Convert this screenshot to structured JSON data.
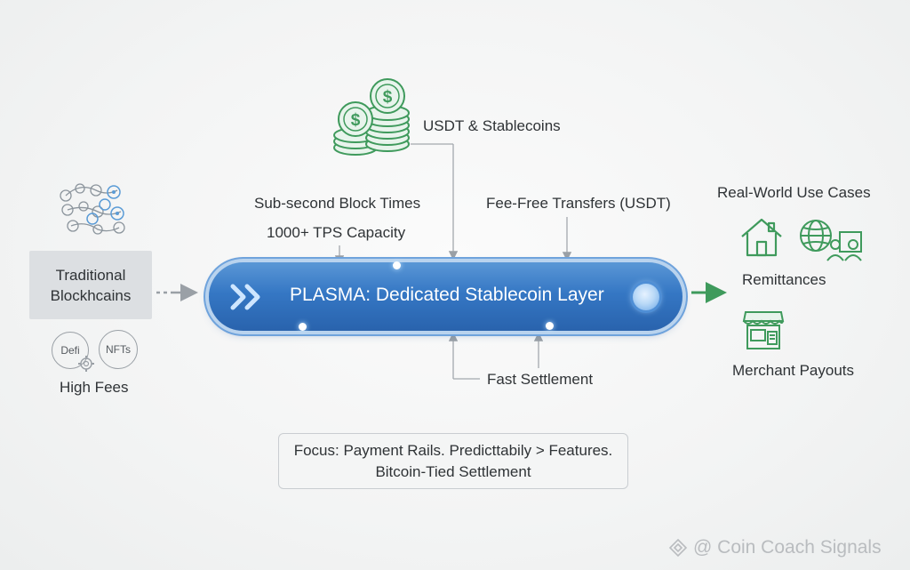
{
  "left": {
    "legacy_line1": "Traditional",
    "legacy_line2": "Blockhcains",
    "badge_defi": "Defi",
    "badge_nfts": "NFTs",
    "high_fees": "High Fees"
  },
  "top": {
    "stablecoins": "USDT & Stablecoins",
    "coin_symbol": "$",
    "block_times": "Sub-second Block Times",
    "tps": "1000+ TPS Capacity",
    "fee_free": "Fee-Free Transfers (USDT)"
  },
  "center": {
    "plasma_title": "PLASMA: Dedicated Stablecoin Layer"
  },
  "bottom": {
    "fast_settlement": "Fast Settlement",
    "focus_line1": "Focus: Payment Rails. Predicttabily > Features.",
    "focus_line2": "Bitcoin-Tied Settlement"
  },
  "right": {
    "heading": "Real-World Use Cases",
    "remittances": "Remittances",
    "merchant": "Merchant Payouts"
  },
  "watermark": "@ Coin Coach Signals",
  "colors": {
    "plasma_blue": "#3577c4",
    "accent_green": "#3f9a5c",
    "connector_gray": "#9aa0a6"
  }
}
